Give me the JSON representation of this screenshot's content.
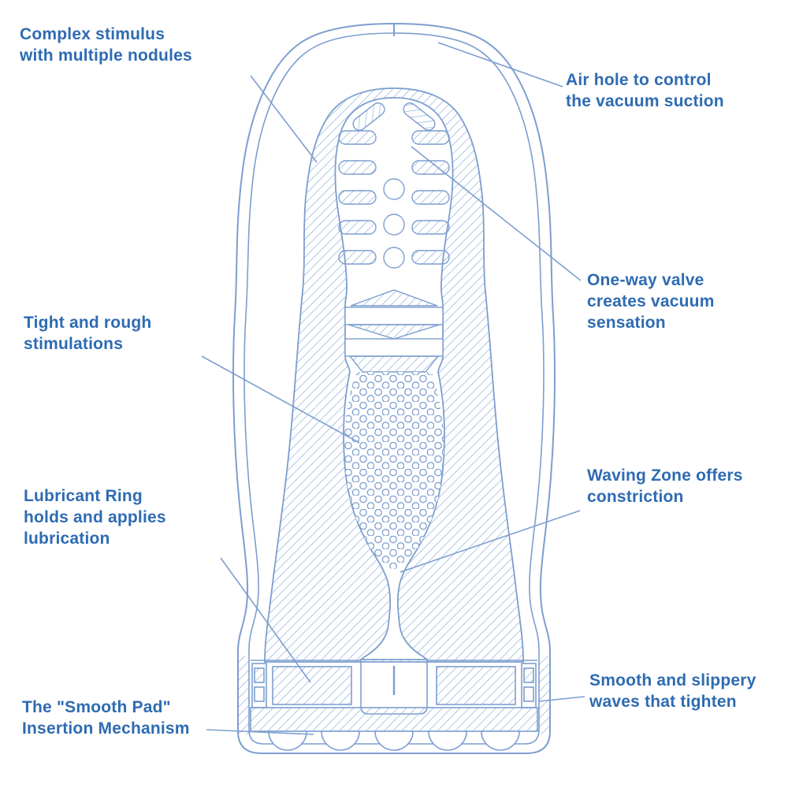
{
  "colors": {
    "label_text": "#2e6bb2",
    "line_art": "#7d9ecf",
    "hatch": "#8fb0d8",
    "background": "#ffffff"
  },
  "diagram": {
    "name": "Vacuum cup cross-section diagram",
    "labels": {
      "complex_stimulus": "Complex stimulus\nwith multiple nodules",
      "air_hole": "Air hole to control\nthe vacuum suction",
      "one_way_valve": "One-way valve\ncreates vacuum\nsensation",
      "tight_rough": "Tight and rough\nstimulations",
      "lubricant_ring": "Lubricant Ring\nholds and applies\nlubrication",
      "waving_zone": "Waving Zone offers\nconstriction",
      "smooth_pad": "The \"Smooth Pad\"\nInsertion Mechanism",
      "smooth_slippery": "Smooth and slippery\nwaves that tighten"
    }
  }
}
